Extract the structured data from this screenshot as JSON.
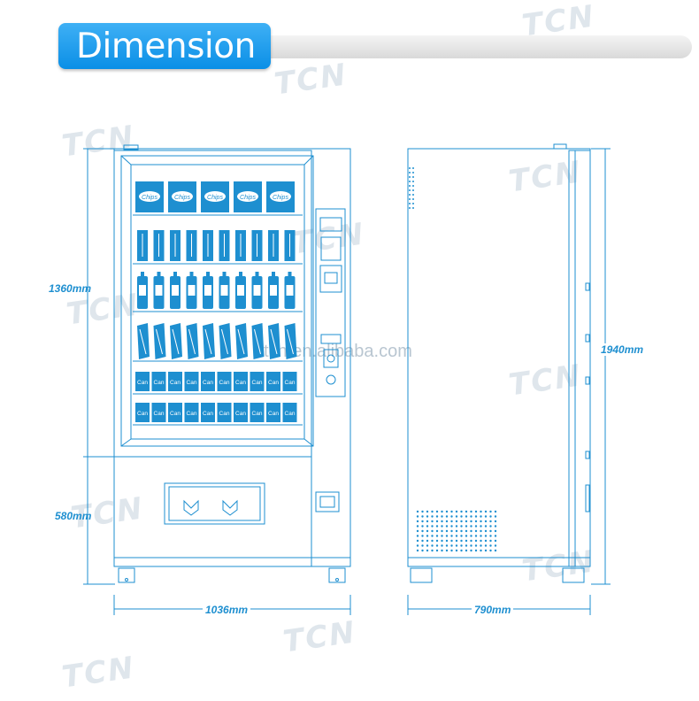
{
  "header": {
    "title": "Dimension"
  },
  "dimensions": {
    "front_upper_height": "1360mm",
    "front_lower_height": "580mm",
    "front_width": "1036mm",
    "side_total_height": "1940mm",
    "side_depth": "790mm"
  },
  "product_labels": {
    "chips": "Chips",
    "can": "Can"
  },
  "watermark": {
    "brand": "TCN",
    "url": "tcn.en.alibaba.com"
  },
  "colors": {
    "line": "#1e8fd0",
    "accent": "#0a8fe6",
    "watermark": "#dfe6ec"
  }
}
